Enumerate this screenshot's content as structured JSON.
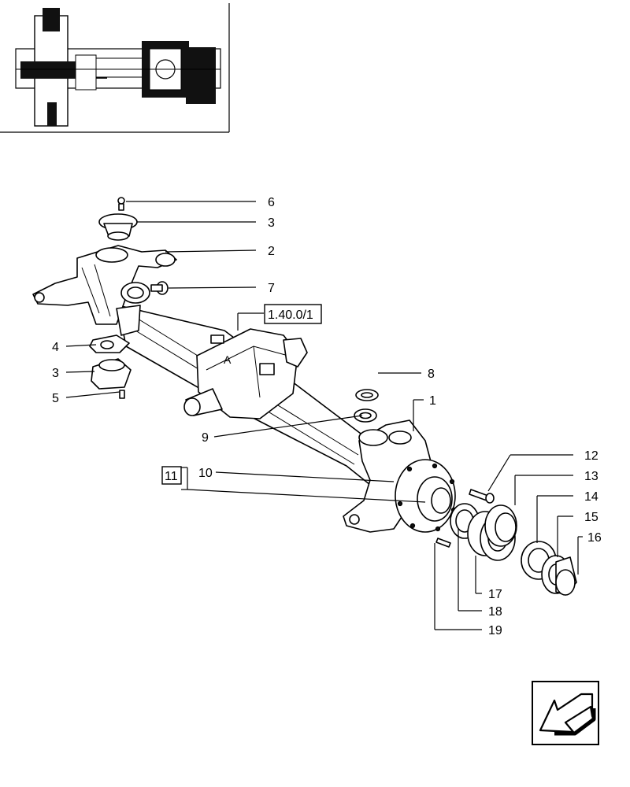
{
  "callouts": {
    "c1": "1",
    "c2": "2",
    "c3a": "3",
    "c3b": "3",
    "c4": "4",
    "c5": "5",
    "c6": "6",
    "c7": "7",
    "c8": "8",
    "c9": "9",
    "c10": "10",
    "c12": "12",
    "c13": "13",
    "c14": "14",
    "c15": "15",
    "c16": "16",
    "c17": "17",
    "c18": "18",
    "c19": "19"
  },
  "references": {
    "group_box": "1.40.0/1",
    "assembly_box": "11"
  },
  "icons": {
    "thumbnail": "axle-assembly-thumbnail",
    "nav": "back-arrow-icon"
  }
}
